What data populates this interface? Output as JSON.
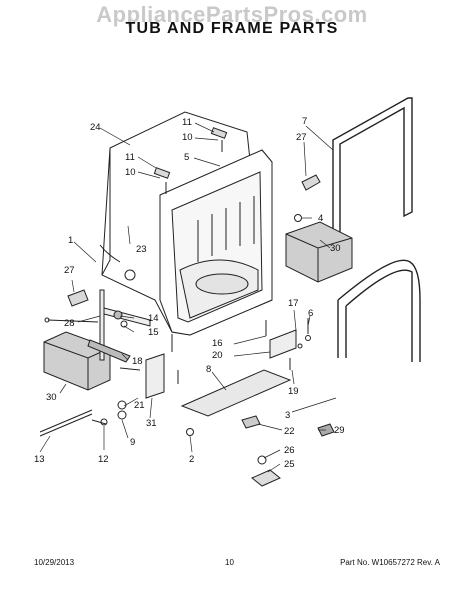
{
  "watermark": "AppliancePartsPros.com",
  "title": "TUB AND FRAME PARTS",
  "callouts": [
    "1",
    "2",
    "3",
    "4",
    "5",
    "6",
    "7",
    "8",
    "9",
    "10",
    "10",
    "11",
    "11",
    "12",
    "13",
    "14",
    "15",
    "16",
    "17",
    "18",
    "19",
    "20",
    "21",
    "22",
    "23",
    "24",
    "25",
    "26",
    "27",
    "27",
    "28",
    "29",
    "30",
    "30",
    "31"
  ],
  "footer": {
    "date": "10/29/2013",
    "page": "10",
    "part_no": "Part No. W10657272  Rev. A"
  }
}
